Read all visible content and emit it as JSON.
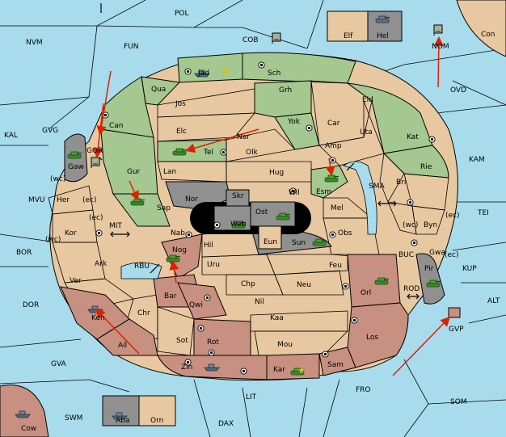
{
  "colors": {
    "sea": "#a8dcec",
    "land": "#e8c8a0",
    "green": "#a4c890",
    "red": "#c89080",
    "grey": "#909090",
    "black": "#000000",
    "arrow": "#dd2200"
  },
  "icons": {
    "army": "tank-icon",
    "fleet": "ship-icon",
    "supply": "supply-center-dot-icon",
    "flag": "flag-icon",
    "star": "star-icon",
    "double_arrow": "double-arrow-icon"
  },
  "labels": {
    "POL": "POL",
    "NVM": "NVM",
    "FUN": "FUN",
    "COB": "COB",
    "Elf": "Elf",
    "Hel": "Hel",
    "NOM": "NOM",
    "Con": "Con",
    "Jad": "Jad",
    "Sch": "Sch",
    "Qua": "Qua",
    "Jos": "Jos",
    "Grh": "Grh",
    "Eld": "Eld",
    "OVD": "OVD",
    "KAL": "KAL",
    "GVG": "GVG",
    "Can": "Can",
    "Elc": "Elc",
    "Nar": "Nar",
    "Yok": "Yok",
    "Car": "Car",
    "Uta": "Uta",
    "Kat": "Kat",
    "KAM": "KAM",
    "GOR": "GOR",
    "Tel": "Tel",
    "Olk": "Olk",
    "Amp": "Amp",
    "Gaw": "Gaw",
    "Gur": "Gur",
    "Lan": "Lan",
    "Hug": "Hug",
    "Bri": "Bri",
    "Rie": "Rie",
    "wc": "(wc)",
    "ec": "(ec)",
    "Nor": "Nor",
    "Skr": "Skr",
    "Wil": "Wil",
    "Esm": "Esm",
    "SMA": "SMA",
    "MVU": "MVU",
    "Her": "Her",
    "Sap": "Sap",
    "Ost": "Ost",
    "Web": "Web",
    "Mel": "Mel",
    "TEI": "TEI",
    "Byn": "Byn",
    "MIT": "MIT",
    "Kor": "Kor",
    "Nab": "Nab",
    "Eun": "Eun",
    "Obs": "Obs",
    "Hil": "Hil",
    "Sun": "Sun",
    "Gwa": "Gwa",
    "BOR": "BOR",
    "Ark": "Ark",
    "RBU": "RBU",
    "Nog": "Nog",
    "Uru": "Uru",
    "Feu": "Feu",
    "BUC": "BUC",
    "KUP": "KUP",
    "Pir": "Pir",
    "Ver": "Ver",
    "Chp": "Chp",
    "Neu": "Neu",
    "Orl": "Orl",
    "ROD": "ROD",
    "Bar": "Bar",
    "DOR": "DOR",
    "Qwi": "Qwi",
    "Nil": "Nil",
    "ALT": "ALT",
    "Ken": "Ken",
    "Chr": "Chr",
    "Kaa": "Kaa",
    "GVP": "GVP",
    "Ail": "Ail",
    "Sot": "Sot",
    "Rot": "Rot",
    "Mou": "Mou",
    "Los": "Los",
    "GVA": "GVA",
    "Zin": "Zin",
    "Kar": "Kar",
    "Sam": "Sam",
    "FRO": "FRO",
    "LIT": "LIT",
    "SOM": "SOM",
    "SWM": "SWM",
    "Aba": "Aba",
    "Orn": "Orn",
    "DAX": "DAX",
    "Cow": "Cow"
  }
}
